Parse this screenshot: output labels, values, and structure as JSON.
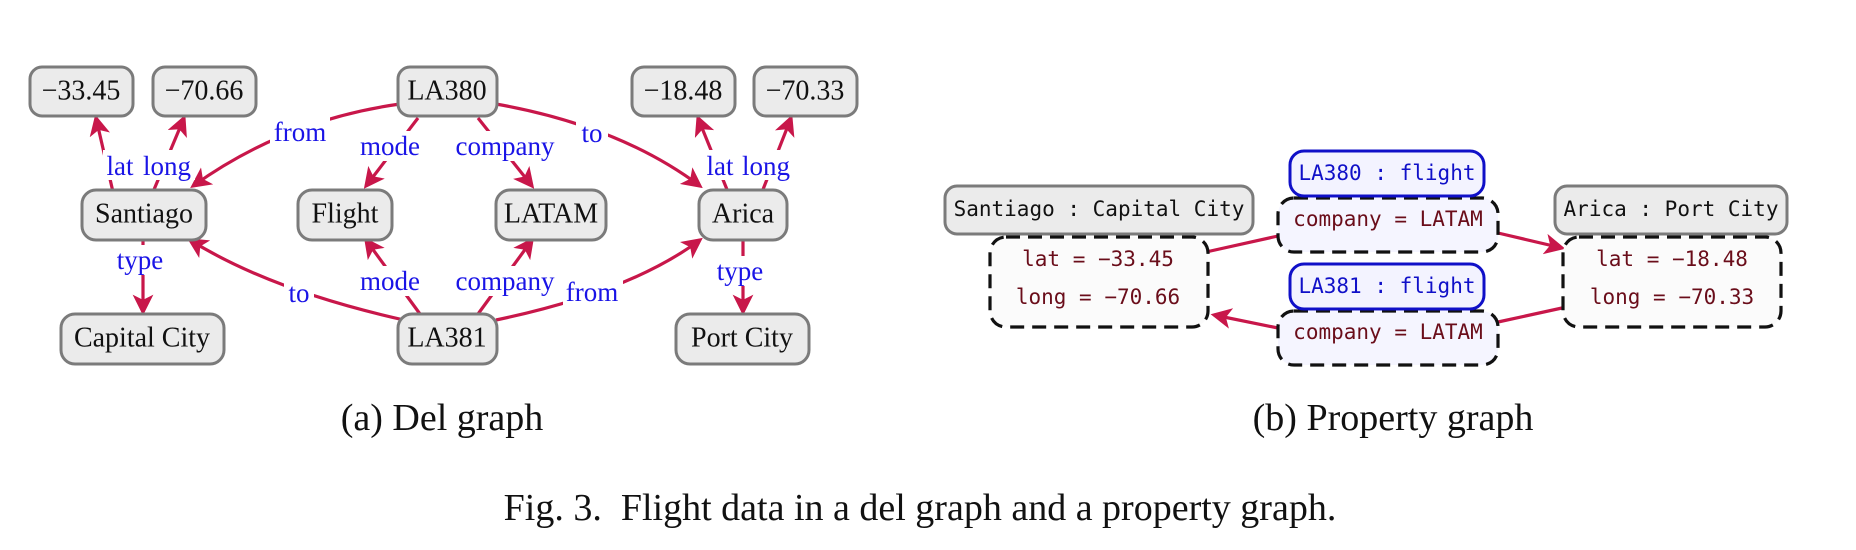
{
  "del_graph": {
    "nodes": {
      "n_m3345": "−33.45",
      "n_m7066": "−70.66",
      "n_la380": "LA380",
      "n_m1848": "−18.48",
      "n_m7033": "−70.33",
      "n_santiago": "Santiago",
      "n_flight": "Flight",
      "n_latam": "LATAM",
      "n_arica": "Arica",
      "n_capital": "Capital City",
      "n_la381": "LA381",
      "n_port": "Port City"
    },
    "edge_labels": {
      "lat1": "lat",
      "long1": "long",
      "from1": "from",
      "mode1": "mode",
      "company1": "company",
      "to1": "to",
      "lat2": "lat",
      "long2": "long",
      "type1": "type",
      "to2": "to",
      "mode2": "mode",
      "company2": "company",
      "from2": "from",
      "type2": "type"
    },
    "caption": "(a) Del graph"
  },
  "property_graph": {
    "santiago_head": "Santiago : Capital City",
    "santiago_lat": "lat = −33.45",
    "santiago_long": "long = −70.66",
    "la380_head": "LA380 : flight",
    "la380_company": "company = LATAM",
    "la381_head": "LA381 : flight",
    "la381_company": "company = LATAM",
    "arica_head": "Arica : Port City",
    "arica_lat": "lat = −18.48",
    "arica_long": "long = −70.33",
    "caption": "(b) Property graph"
  },
  "figure_caption": "Fig. 3.  Flight data in a del graph and a property graph.",
  "colors": {
    "edge": "#c8174a",
    "edge_label": "#1a14e6",
    "flight_border": "#1010c8",
    "property_text": "#6a0d1a"
  }
}
